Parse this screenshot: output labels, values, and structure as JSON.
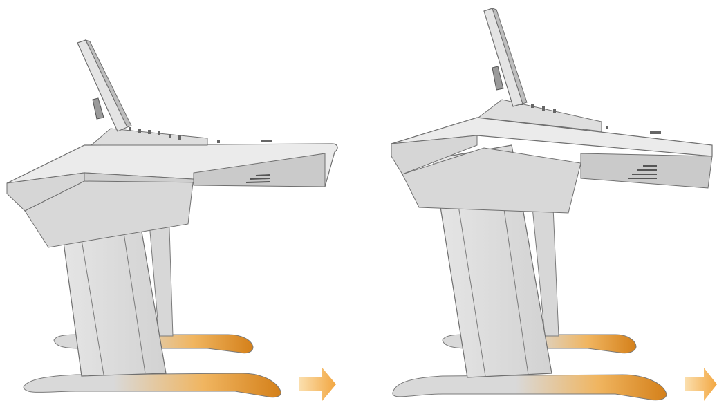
{
  "diagram": {
    "panels": [
      {
        "name": "desk-stage-retracted",
        "feet": "retracted"
      },
      {
        "name": "desk-stage-extended",
        "feet": "extended"
      }
    ],
    "colors": {
      "desk_light": "#ececec",
      "desk_mid": "#d9d9d9",
      "desk_shadow": "#c4c4c4",
      "outline": "#6f6f6f",
      "panel_dark": "#8a8a8a",
      "accent_orange": "#e08a1e",
      "accent_orange_light": "#f6c37a",
      "background": "#ffffff"
    },
    "icons": {
      "arrow": "arrow-right-icon"
    }
  }
}
